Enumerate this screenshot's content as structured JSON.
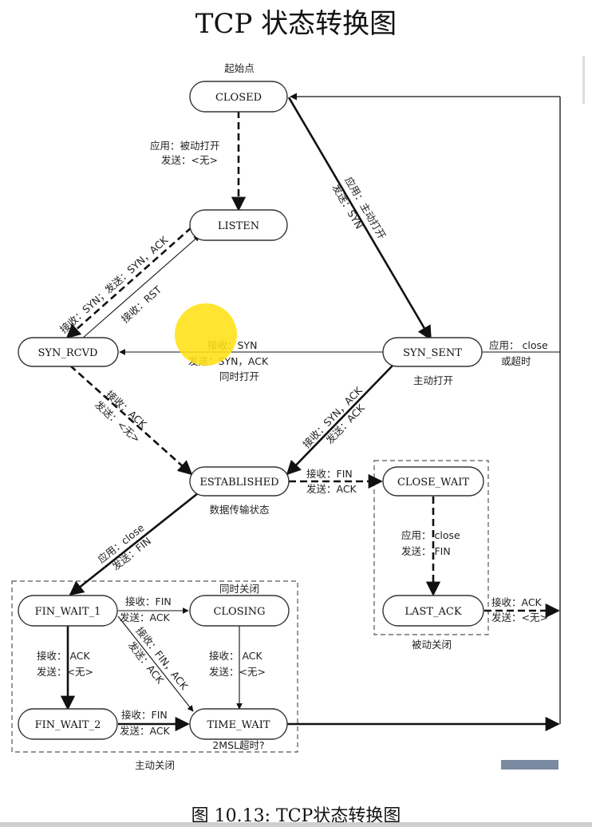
{
  "title": "TCP 状态转换图",
  "caption": "图 10.13: TCP状态转换图",
  "states": {
    "closed": "CLOSED",
    "listen": "LISTEN",
    "syn_rcvd": "SYN_RCVD",
    "syn_sent": "SYN_SENT",
    "established": "ESTABLISHED",
    "close_wait": "CLOSE_WAIT",
    "last_ack": "LAST_ACK",
    "fin_wait_1": "FIN_WAIT_1",
    "fin_wait_2": "FIN_WAIT_2",
    "closing": "CLOSING",
    "time_wait": "TIME_WAIT"
  },
  "notes": {
    "start": "起始点",
    "active_open": "主动打开",
    "data_transfer": "数据传输状态",
    "simultaneous_close": "同时关闭",
    "passive_close": "被动关闭",
    "active_close": "主动关闭",
    "timeout_2msl": "2MSL超时?",
    "simultaneous_open": "同时打开"
  },
  "labels": {
    "closed_listen_1": "应用：被动打开",
    "closed_listen_2": "发送：<无>",
    "closed_synsent_1": "应用：主动打开",
    "closed_synsent_2": "发送：SYN",
    "listen_synrcvd": "接收：SYN；发送：SYN，ACK",
    "synrcvd_listen": "接收：RST",
    "synsent_synrcvd_1": "接收：SYN",
    "synsent_synrcvd_2": "发送：SYN，ACK",
    "synsent_close_1": "应用：  close",
    "synsent_close_2": "或超时",
    "synrcvd_est_1": "接收：ACK",
    "synrcvd_est_2": "发送：<无>",
    "synsent_est_1": "接收：SYN，ACK",
    "synsent_est_2": "发送：ACK",
    "est_closewait_1": "接收：FIN",
    "est_closewait_2": "发送：ACK",
    "closewait_lastack_1": "应用：  close",
    "closewait_lastack_2": "发送：  FIN",
    "lastack_closed_1": "接收：ACK",
    "lastack_closed_2": "发送：<无>",
    "est_finwait1_1": "应用：close",
    "est_finwait1_2": "发送：FIN",
    "finwait1_closing_1": "接收：FIN",
    "finwait1_closing_2": "发送：ACK",
    "finwait1_finwait2_1": "接收：  ACK",
    "finwait1_finwait2_2": "发送：<无>",
    "finwait1_timewait_1": "接收：FIN，ACK",
    "finwait1_timewait_2": "发送：ACK",
    "closing_timewait_1": "接收：  ACK",
    "closing_timewait_2": "发送：<无>",
    "finwait2_timewait_1": "接收：FIN",
    "finwait2_timewait_2": "发送：ACK"
  }
}
